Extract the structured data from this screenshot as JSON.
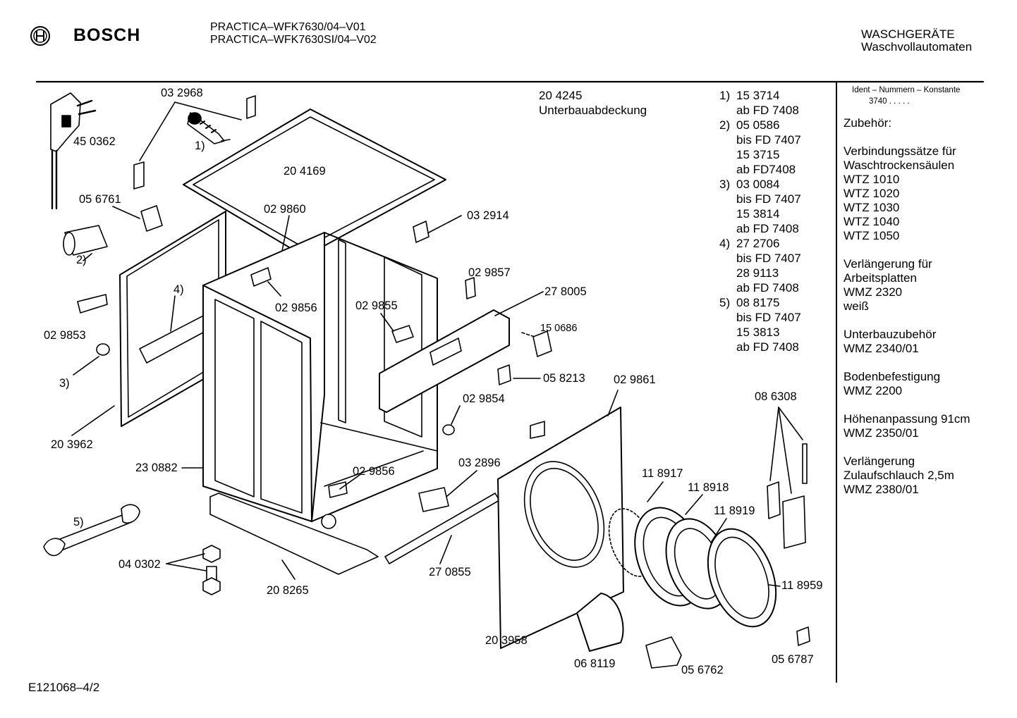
{
  "header": {
    "brand": "BOSCH",
    "models": [
      "PRACTICA–WFK7630/04–V01",
      "PRACTICA–WFK7630SI/04–V02"
    ],
    "category": [
      "WASCHGERÄTE",
      "Waschvollautomaten"
    ]
  },
  "footer": {
    "doc_id": "E121068–4/2"
  },
  "sidebar": {
    "ident_title": "Ident – Nummern – Konstante",
    "ident_value": "3740 . . . . .",
    "accessories": [
      "Zubehör:",
      "",
      "Verbindungssätze für",
      "Waschtrockensäulen",
      "WTZ 1010",
      "WTZ 1020",
      "WTZ 1030",
      "WTZ 1040",
      "WTZ 1050",
      "",
      "Verlängerung für",
      "Arbeitsplatten",
      "WMZ 2320",
      "weiß",
      "",
      "Unterbauzubehör",
      "WMZ 2340/01",
      "",
      "Bodenbefestigung",
      "WMZ 2200",
      "",
      "Höhenanpassung  91cm",
      "WMZ 2350/01",
      "",
      "Verlängerung",
      "Zulaufschlauch 2,5m",
      "WMZ 2380/01"
    ]
  },
  "variants": {
    "part": "20 4245",
    "part_name": "Unterbauabdeckung",
    "entries": [
      {
        "key": "1)",
        "lines": [
          "15 3714",
          "ab FD 7408"
        ]
      },
      {
        "key": "2)",
        "lines": [
          "05 0586",
          "bis FD 7407",
          "15 3715",
          "ab FD7408"
        ]
      },
      {
        "key": "3)",
        "lines": [
          "03 0084",
          "bis FD 7407",
          "15 3814",
          "ab FD 7408"
        ]
      },
      {
        "key": "4)",
        "lines": [
          "27 2706",
          "bis FD 7407",
          "28 9113",
          "ab FD 7408"
        ]
      },
      {
        "key": "5)",
        "lines": [
          "08 8175",
          "bis FD 7407",
          "15 3813",
          "ab FD 7408"
        ]
      }
    ]
  },
  "labels": {
    "p032968": "03 2968",
    "p450362": "45 0362",
    "r1": "1)",
    "p204169": "20 4169",
    "p056761": "05 6761",
    "p029860": "02 9860",
    "p032914": "03 2914",
    "r2": "2)",
    "p029857": "02 9857",
    "r4": "4)",
    "p278005": "27 8005",
    "p029856a": "02 9856",
    "p029855": "02 9855",
    "p029853": "02 9853",
    "p150686": "15 0686",
    "r3": "3)",
    "p058213": "05 8213",
    "p029861": "02 9861",
    "p029854": "02 9854",
    "p086308": "08 6308",
    "p203962": "20 3962",
    "p230882": "23 0882",
    "p029856b": "02 9856",
    "p032896": "03 2896",
    "p118917": "11 8917",
    "p118918": "11 8918",
    "p118919": "11 8919",
    "r5": "5)",
    "p040302": "04 0302",
    "p270855": "27 0855",
    "p118959": "11 8959",
    "p208265": "20 8265",
    "p203958": "20 3958",
    "p068119": "06 8119",
    "p056787": "05 6787",
    "p056762": "05 6762"
  }
}
